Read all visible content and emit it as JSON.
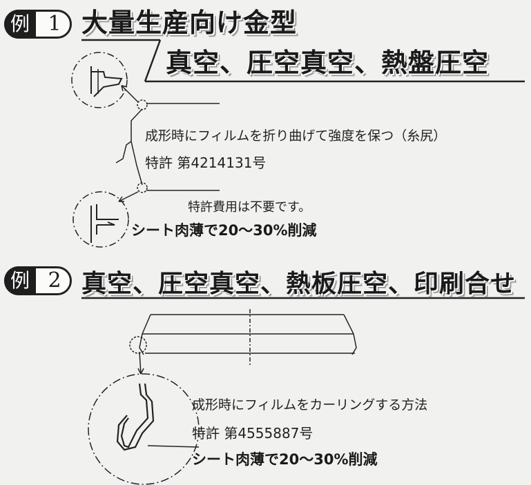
{
  "example1": {
    "badge_label": "例",
    "badge_number": "1",
    "heading_line1": "大量生産向け金型",
    "heading_line2": "真空、圧空真空、熱盤圧空",
    "description": "成形時にフィルムを折り曲げて強度を保つ（糸尻）",
    "patent": "特許 第4214131号",
    "patent_fee": "特許費用は不要です。",
    "reduction": "シート肉薄で20〜30%削減"
  },
  "example2": {
    "badge_label": "例",
    "badge_number": "2",
    "heading": "真空、圧空真空、熱板圧空、印刷合せ",
    "description": "成形時にフィルムをカーリングする方法",
    "patent": "特許 第4555887号",
    "reduction": "シート肉薄で20〜30%削減"
  }
}
